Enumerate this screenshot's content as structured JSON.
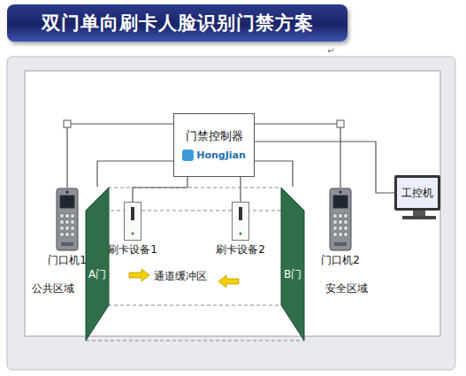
{
  "diagram": {
    "title": "双门单向刷卡人脸识别门禁方案",
    "nodes": [
      {
        "text": [
          "门禁控制器",
          "HongJian"
        ]
      },
      {
        "text": [
          "门口机1"
        ]
      },
      {
        "text": [
          "A门"
        ]
      },
      {
        "text": [
          "刷卡设备1"
        ]
      },
      {
        "text": [
          "刷卡设备2"
        ]
      },
      {
        "text": [
          "B门"
        ]
      },
      {
        "text": [
          "门口机2"
        ]
      },
      {
        "text": [
          "工控机"
        ]
      }
    ],
    "edges": [
      {
        "from": 0,
        "to": 1,
        "arrow": "none"
      },
      {
        "from": 0,
        "to": 2,
        "arrow": "none"
      },
      {
        "from": 0,
        "to": 3,
        "arrow": "none"
      },
      {
        "from": 0,
        "to": 4,
        "arrow": "none"
      },
      {
        "from": 0,
        "to": 5,
        "arrow": "none"
      },
      {
        "from": 0,
        "to": 6,
        "arrow": "none"
      },
      {
        "from": 0,
        "to": 7,
        "arrow": "none"
      }
    ],
    "labels": [
      "↵",
      "公共区域",
      "通道缓冲区",
      "安全区域"
    ]
  }
}
